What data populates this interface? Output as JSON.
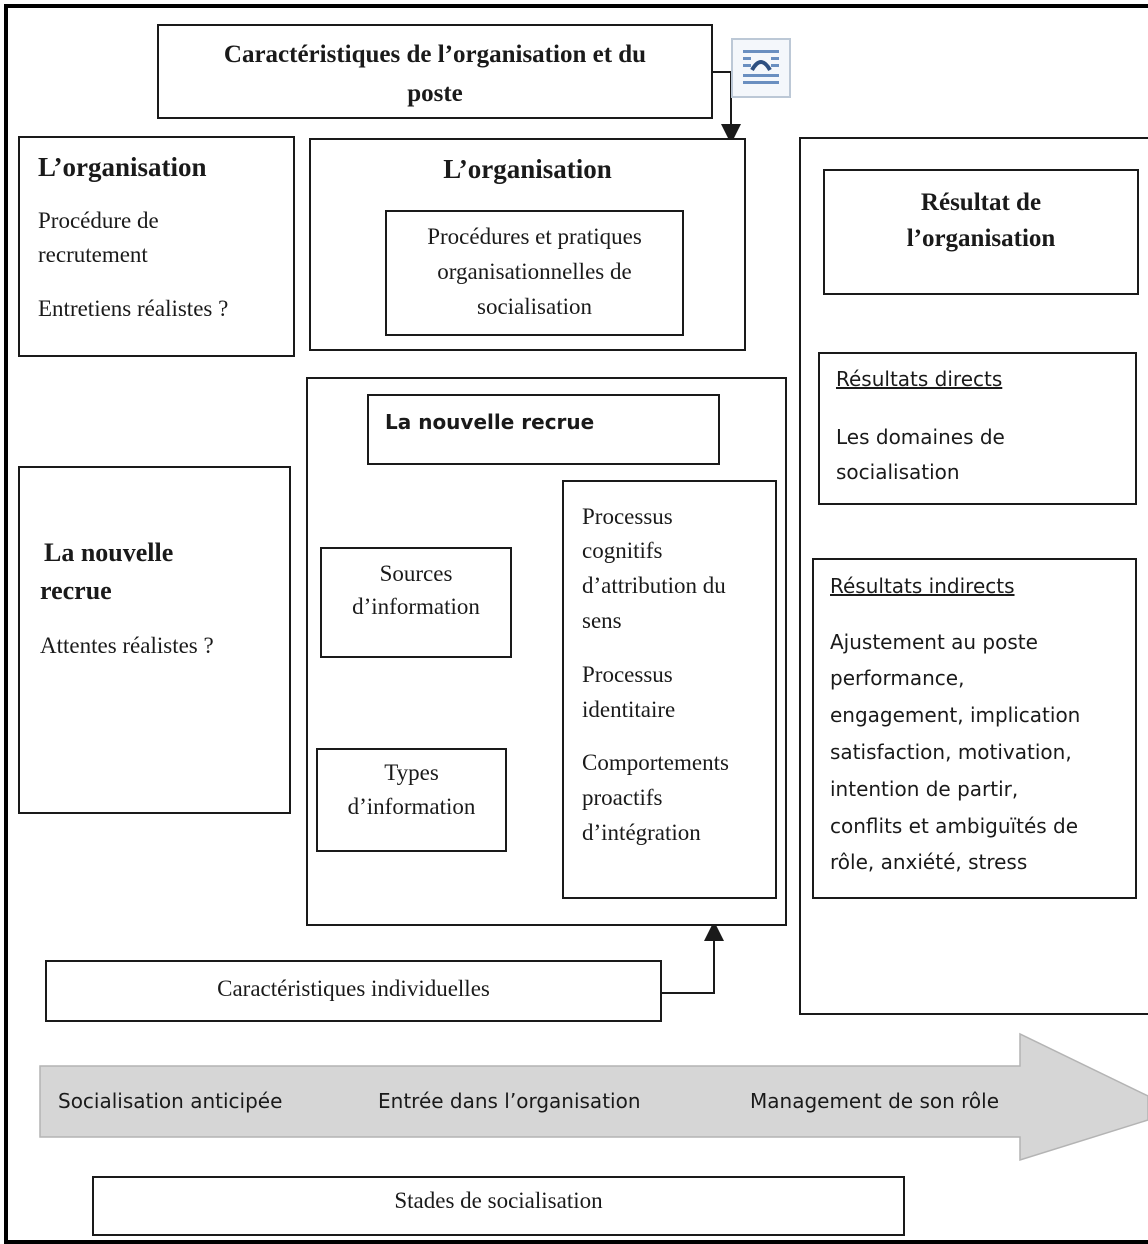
{
  "header_box": {
    "line1": "Caractéristiques de l’organisation et du",
    "line2": "poste"
  },
  "left_org": {
    "title": "L’organisation",
    "line1": "Procédure de",
    "line2": "recrutement",
    "line3": "Entretiens réalistes ?"
  },
  "left_recruit": {
    "title1": "La nouvelle",
    "title2": "recrue",
    "line1": "Attentes réalistes ?"
  },
  "center_org": {
    "title": "L’organisation",
    "inner1": "Procédures et pratiques",
    "inner2": "organisationnelles de",
    "inner3": "socialisation"
  },
  "center_recruit": {
    "title": "La nouvelle recrue"
  },
  "sources": {
    "line1": "Sources",
    "line2": "d’information"
  },
  "types": {
    "line1": "Types",
    "line2": "d’information"
  },
  "processes": {
    "l1": "Processus",
    "l2": "cognitifs",
    "l3": "d’attribution du",
    "l4": "sens",
    "l5": "Processus",
    "l6": "identitaire",
    "l7": "Comportements",
    "l8": "proactifs",
    "l9": "d’intégration"
  },
  "individual": {
    "label": "Caractéristiques individuelles"
  },
  "result_org": {
    "line1": "Résultat de",
    "line2": "l’organisation"
  },
  "direct": {
    "title": "Résultats directs",
    "line1": "Les domaines de",
    "line2": "socialisation"
  },
  "indirect": {
    "title": "Résultats indirects",
    "l1": "Ajustement au poste",
    "l2": "performance,",
    "l3": "engagement, implication",
    "l4": "satisfaction, motivation,",
    "l5": "intention de partir,",
    "l6": "conflits et ambiguïtés de",
    "l7": "rôle, anxiété, stress"
  },
  "timeline": {
    "stage1": "Socialisation anticipée",
    "stage2": "Entrée dans l’organisation",
    "stage3": "Management de son rôle"
  },
  "stages": {
    "label": "Stades de socialisation"
  },
  "icons": {
    "layout": "wrap-text-icon"
  }
}
